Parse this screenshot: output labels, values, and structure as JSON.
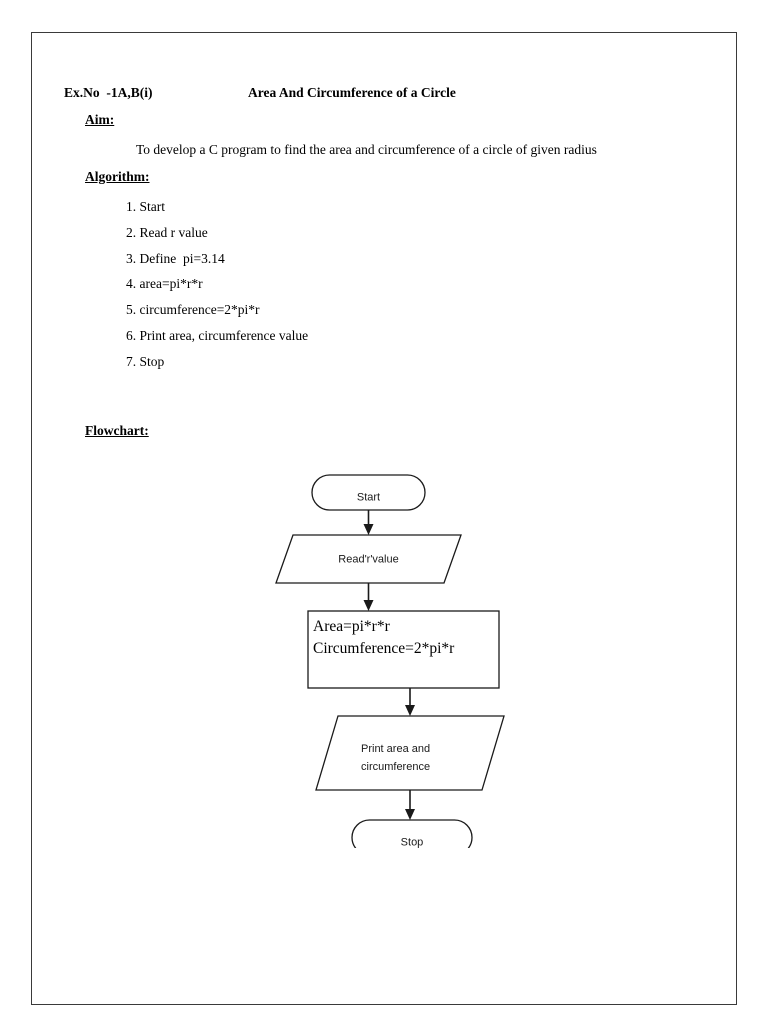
{
  "document": {
    "header": {
      "exercise_no": "Ex.No  -1A,B(i)",
      "title": "Area And Circumference of a Circle"
    },
    "aim": {
      "heading": "Aim:",
      "text": "To develop a C program to find the area and circumference of a circle of given radius"
    },
    "algorithm": {
      "heading": "Algorithm:",
      "steps": [
        "1. Start",
        "2. Read r value",
        "3. Define  pi=3.14",
        "4. area=pi*r*r",
        "5. circumference=2*pi*r",
        "6. Print area, circumference value",
        "7. Stop"
      ]
    },
    "flowchart": {
      "heading": "Flowchart:",
      "nodes": {
        "start": "Start",
        "read": "Read'r'value",
        "process_line1": "Area=pi*r*r",
        "process_line2": "Circumference=2*pi*r",
        "print_line1": "Print area and",
        "print_line2": "circumference",
        "stop": "Stop"
      }
    }
  },
  "colors": {
    "page_border": "#3a3a3a",
    "text": "#000000",
    "shape_stroke": "#1a1a1a",
    "shape_fill": "#ffffff"
  }
}
